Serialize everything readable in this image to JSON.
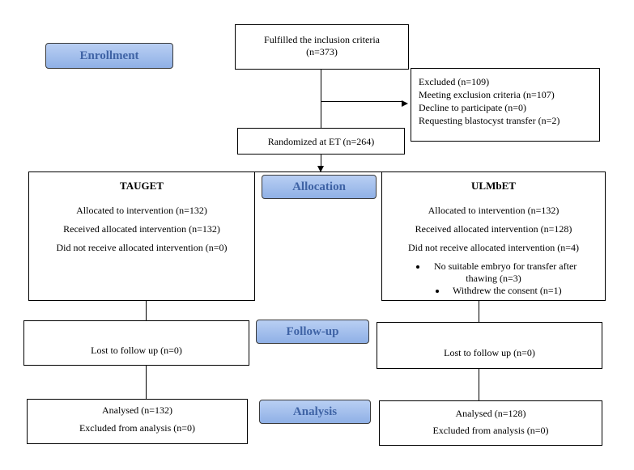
{
  "stages": {
    "enrollment": "Enrollment",
    "allocation": "Allocation",
    "followup": "Follow-up",
    "analysis": "Analysis"
  },
  "top": {
    "line1": "Fulfilled the inclusion criteria",
    "line2": "(n=373)"
  },
  "excluded": {
    "title": "Excluded (n=109)",
    "items": [
      "Meeting exclusion criteria (n=107)",
      "Decline to participate (n=0)",
      "Requesting blastocyst transfer (n=2)"
    ]
  },
  "randomized": "Randomized at ET (n=264)",
  "left_arm": {
    "title": "TAUGET",
    "lines": [
      "Allocated to intervention (n=132)",
      "Received allocated intervention (n=132)",
      "Did not receive allocated intervention (n=0)"
    ],
    "followup": "Lost to follow up (n=0)",
    "analysis": [
      "Analysed (n=132)",
      "Excluded from analysis (n=0)"
    ]
  },
  "right_arm": {
    "title": "ULMbET",
    "lines": [
      "Allocated to intervention (n=132)",
      "Received allocated intervention (n=128)",
      "Did not receive allocated intervention (n=4)"
    ],
    "bullets": [
      "No suitable embryo for transfer after",
      "thawing (n=3)",
      "Withdrew the consent (n=1)"
    ],
    "followup": "Lost to follow up (n=0)",
    "analysis": [
      "Analysed (n=128)",
      "Excluded from analysis (n=0)"
    ]
  }
}
